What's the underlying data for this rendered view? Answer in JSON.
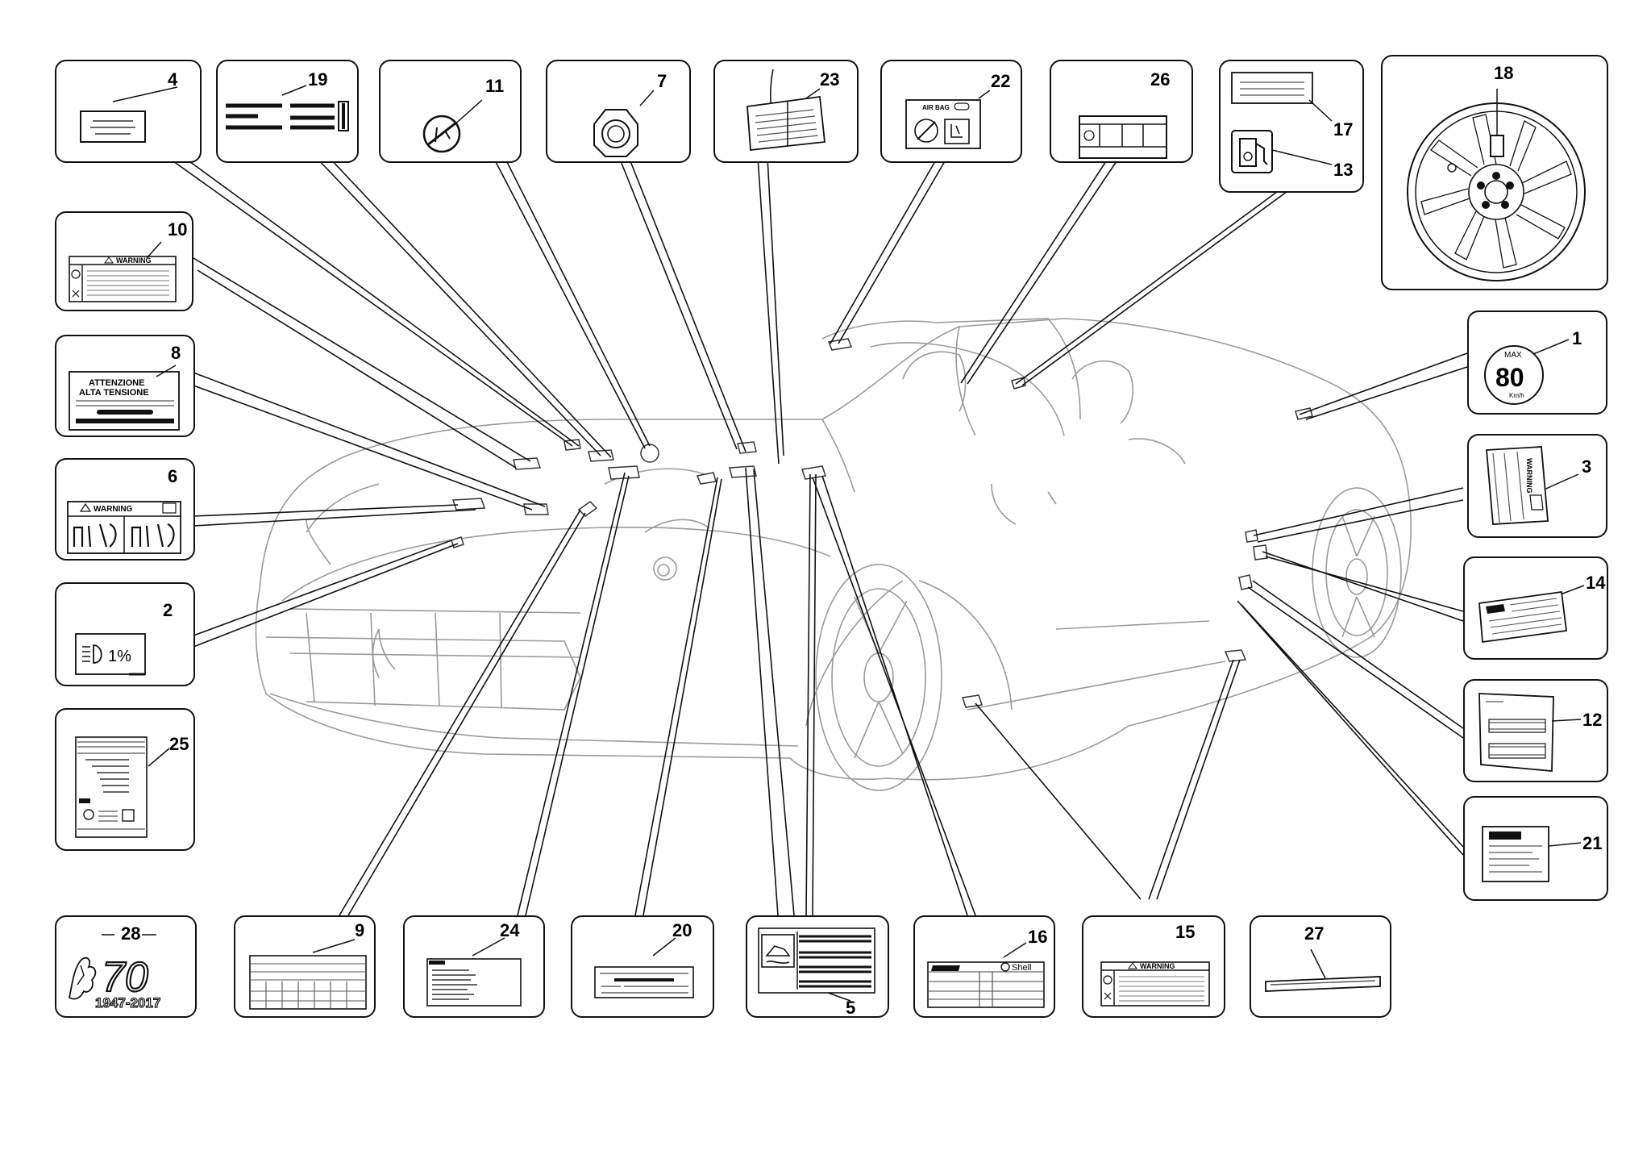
{
  "callouts": [
    {
      "id": "c4",
      "number": "4",
      "icon": "label-lines-icon"
    },
    {
      "id": "c19",
      "number": "19",
      "icon": "label-bars-icon"
    },
    {
      "id": "c11",
      "number": "11",
      "icon": "airbag-off-icon"
    },
    {
      "id": "c7",
      "number": "7",
      "icon": "fuel-cap-ring-icon"
    },
    {
      "id": "c23",
      "number": "23",
      "icon": "tag-label-icon"
    },
    {
      "id": "c22",
      "number": "22",
      "icon": "airbag-warning-icon"
    },
    {
      "id": "c26",
      "number": "26",
      "icon": "panel-label-icon"
    },
    {
      "id": "c17",
      "number": "17",
      "icon": "label-lines-icon"
    },
    {
      "id": "c13",
      "number": "13",
      "icon": "fuel-pump-icon"
    },
    {
      "id": "c18",
      "number": "18",
      "icon": "wheel-icon"
    },
    {
      "id": "c10",
      "number": "10",
      "icon": "warning-label-icon"
    },
    {
      "id": "c8",
      "number": "8",
      "icon": "high-voltage-label-icon"
    },
    {
      "id": "c6",
      "number": "6",
      "icon": "warning-pictogram-icon"
    },
    {
      "id": "c2",
      "number": "2",
      "icon": "headlight-aim-icon"
    },
    {
      "id": "c25",
      "number": "25",
      "icon": "tyre-info-label-icon"
    },
    {
      "id": "c28",
      "number": "28",
      "icon": "anniversary-badge-icon"
    },
    {
      "id": "c9",
      "number": "9",
      "icon": "table-label-icon"
    },
    {
      "id": "c24",
      "number": "24",
      "icon": "text-label-icon"
    },
    {
      "id": "c20",
      "number": "20",
      "icon": "strip-label-icon"
    },
    {
      "id": "c5",
      "number": "5",
      "icon": "oil-label-icon"
    },
    {
      "id": "c16",
      "number": "16",
      "icon": "shell-label-icon"
    },
    {
      "id": "c15",
      "number": "15",
      "icon": "warning-label-icon"
    },
    {
      "id": "c27",
      "number": "27",
      "icon": "thin-strip-icon"
    },
    {
      "id": "c1",
      "number": "1",
      "icon": "speed-limit-icon"
    },
    {
      "id": "c3",
      "number": "3",
      "icon": "vertical-warning-label-icon"
    },
    {
      "id": "c14",
      "number": "14",
      "icon": "ferrari-plate-icon"
    },
    {
      "id": "c12",
      "number": "12",
      "icon": "door-label-icon"
    },
    {
      "id": "c21",
      "number": "21",
      "icon": "info-sheet-icon"
    }
  ],
  "label_text": {
    "warning": "WARNING",
    "attenzione_line1": "ATTENZIONE",
    "attenzione_line2": "ALTA TENSIONE",
    "headlight_percent": "1%",
    "speed_max": "MAX",
    "speed_value": "80",
    "speed_unit": "Km/h",
    "airbag": "AIR BAG",
    "shell": "Shell",
    "anniversary_number": "70",
    "anniversary_years": "1947-2017"
  },
  "colors": {
    "line": "#111111",
    "car": "#9a9a9a",
    "gray": "#555555"
  }
}
